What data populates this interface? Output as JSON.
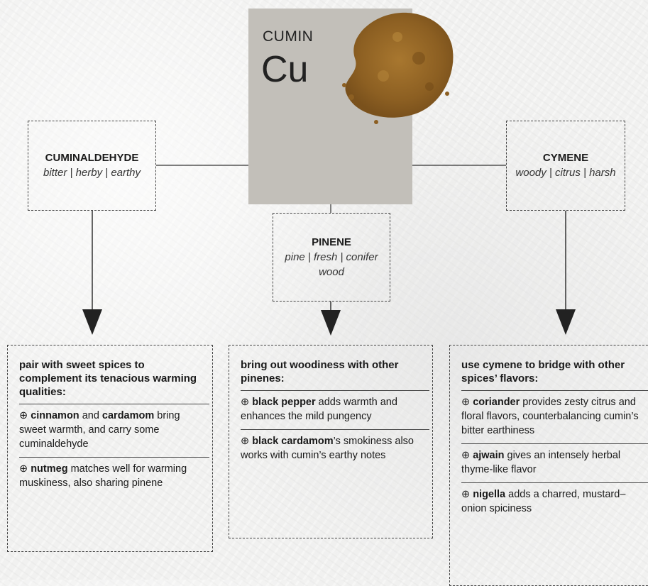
{
  "hero": {
    "name": "CUMIN",
    "symbol": "Cu"
  },
  "compounds": [
    {
      "name": "CUMINALDEHYDE",
      "tags": "bitter  |  herby  |  earthy"
    },
    {
      "name": "PINENE",
      "tags": "pine  |  fresh  |  conifer wood"
    },
    {
      "name": "CYMENE",
      "tags": "woody  |  citrus  |  harsh"
    }
  ],
  "pairings": [
    {
      "heading": "pair with sweet spices to complement its tenacious warming qualities:",
      "tips": [
        {
          "symbol": "⊕",
          "s1": "cinnamon",
          "mid": " and ",
          "s2": "cardamom",
          "text": " bring sweet warmth, and carry some cuminaldehyde"
        },
        {
          "symbol": "⊕",
          "s1": "nutmeg",
          "mid": "",
          "s2": "",
          "text": " matches well for warming muskiness, also sharing pinene"
        }
      ]
    },
    {
      "heading": "bring out woodiness with other pinenes:",
      "tips": [
        {
          "symbol": "⊕",
          "s1": "black pepper",
          "mid": "",
          "s2": "",
          "text": " adds warmth and enhances the mild pungency"
        },
        {
          "symbol": "⊕",
          "s1": "black cardamom",
          "mid": "",
          "s2": "",
          "text": "’s smokiness also works with cumin’s earthy notes"
        }
      ]
    },
    {
      "heading": "use cymene to bridge with other spices’ flavors:",
      "tips": [
        {
          "symbol": "⊕",
          "s1": "coriander",
          "mid": "",
          "s2": "",
          "text": " provides zesty citrus and floral flavors, counterbalancing cumin’s bitter earthiness"
        },
        {
          "symbol": "⊕",
          "s1": "ajwain",
          "mid": "",
          "s2": "",
          "text": " gives an intensely herbal thyme-like flavor"
        },
        {
          "symbol": "⊕",
          "s1": "nigella",
          "mid": "",
          "s2": "",
          "text": " adds a charred, mustard–onion spiciness"
        }
      ]
    }
  ],
  "colors": {
    "hero_bg": "#c2bfb9",
    "spice": "#9a6a2a",
    "line": "#333333"
  }
}
